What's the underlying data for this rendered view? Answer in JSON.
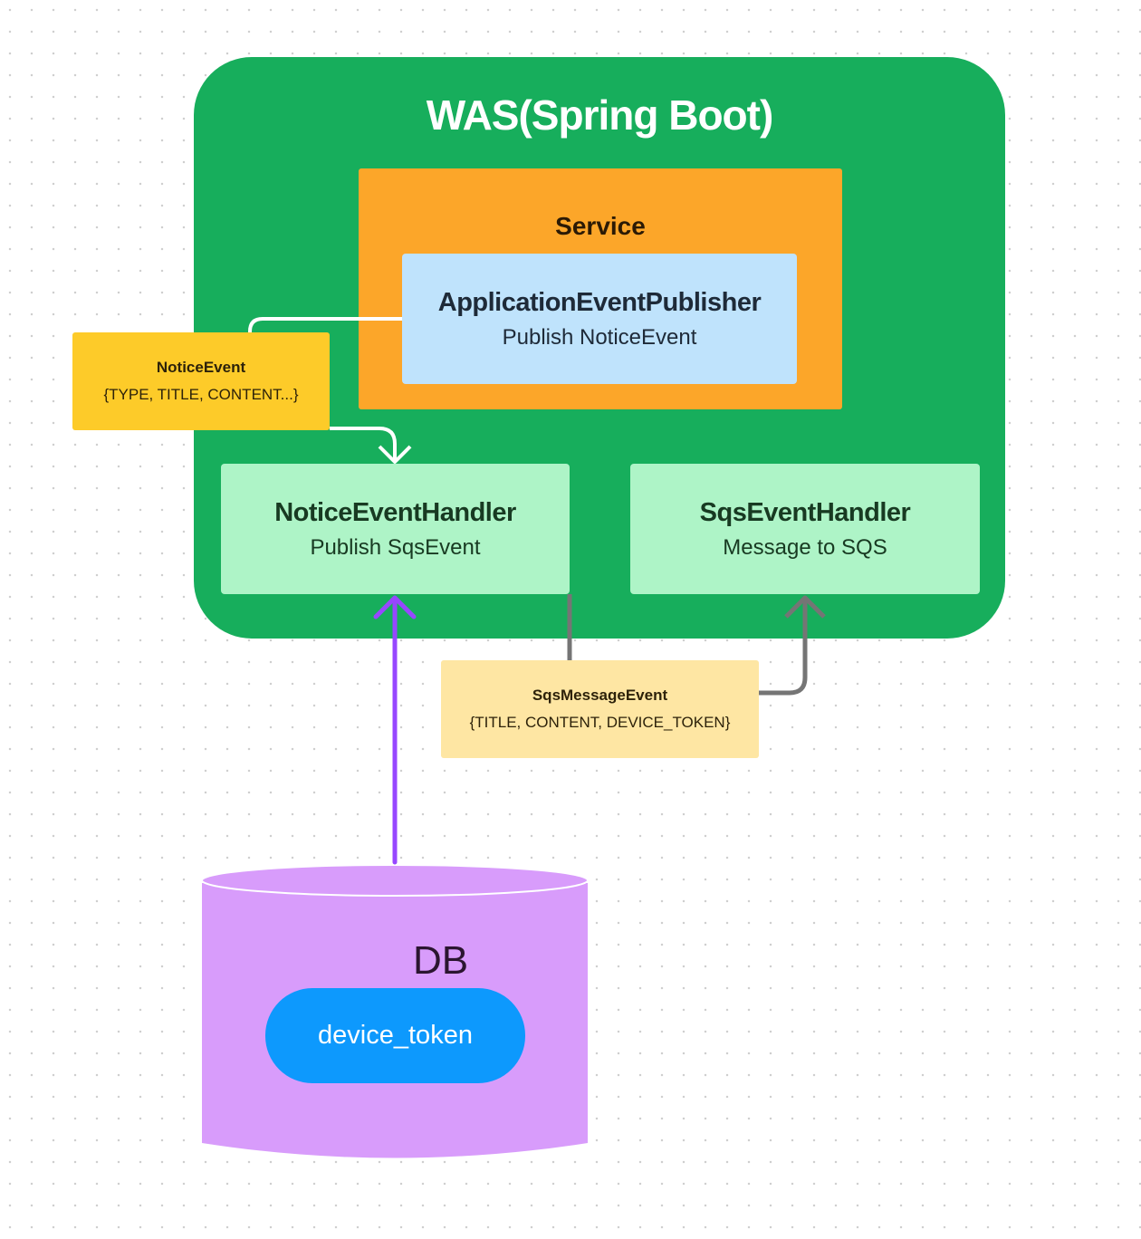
{
  "colors": {
    "was": "#17ae5c",
    "service": "#fca629",
    "publisher": "#bfe3fc",
    "handler": "#aef4c7",
    "notice_note": "#fdcb29",
    "sqs_note": "#fee6a3",
    "db": "#d89cfb",
    "pill": "#0d99fd",
    "arrow_white": "#ffffff",
    "arrow_gray": "#757575",
    "arrow_purple": "#9747ff"
  },
  "was": {
    "title": "WAS(Spring Boot)"
  },
  "service": {
    "title": "Service"
  },
  "publisher": {
    "title": "ApplicationEventPublisher",
    "subtitle": "Publish NoticeEvent"
  },
  "notice_event": {
    "title": "NoticeEvent",
    "fields": "{TYPE, TITLE, CONTENT...}"
  },
  "notice_handler": {
    "title": "NoticeEventHandler",
    "subtitle": "Publish SqsEvent"
  },
  "sqs_handler": {
    "title": "SqsEventHandler",
    "subtitle": "Message to SQS"
  },
  "sqs_message_event": {
    "title": "SqsMessageEvent",
    "fields": "{TITLE, CONTENT, DEVICE_TOKEN}"
  },
  "db": {
    "label": "DB",
    "column": "device_token"
  }
}
